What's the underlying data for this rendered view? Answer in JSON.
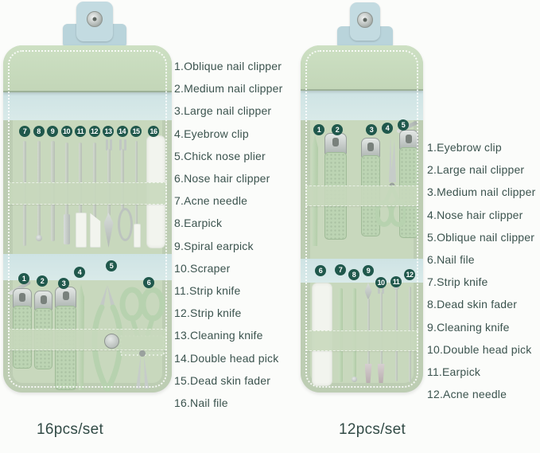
{
  "product": {
    "left_set": {
      "caption": "16pcs/set",
      "items": [
        "1.Oblique nail clipper",
        "2.Medium nail clipper",
        "3.Large nail clipper",
        "4.Eyebrow clip",
        "5.Chick nose plier",
        "6.Nose hair clipper",
        "7.Acne needle",
        "8.Earpick",
        "9.Spiral earpick",
        "10.Scraper",
        "11.Strip knife",
        "12.Strip knife",
        "13.Cleaning knife",
        "14.Double head pick",
        "15.Dead skin fader",
        "16.Nail file"
      ],
      "badge_numbers_top_row": [
        "7",
        "8",
        "9",
        "10",
        "11",
        "12",
        "13",
        "14",
        "15",
        "16"
      ],
      "badge_numbers_bottom_row": [
        "1",
        "2",
        "3",
        "4",
        "5",
        "6"
      ]
    },
    "right_set": {
      "caption": "12pcs/set",
      "items": [
        "1.Eyebrow clip",
        "2.Large nail clipper",
        "3.Medium nail clipper",
        "4.Nose hair clipper",
        "5.Oblique nail clipper",
        "6.Nail file",
        "7.Strip knife",
        "8.Dead skin fader",
        "9.Cleaning knife",
        "10.Double head pick",
        "11.Earpick",
        "12.Acne needle"
      ],
      "badge_numbers_top_row": [
        "1",
        "2",
        "3",
        "4",
        "5"
      ],
      "badge_numbers_bottom_row": [
        "6",
        "7",
        "8",
        "9",
        "10",
        "11",
        "12"
      ]
    }
  },
  "colors": {
    "pouch-green": "#c8d8bd",
    "panel-green": "#d3dfc9",
    "lining-blue": "#d3e5e6",
    "strap-blue": "#b9d4db",
    "badge-teal": "#20584c",
    "text-dark": "#3b534e",
    "metal-gray": "#c3c9c6",
    "tool-green": "#bcd4b3",
    "file-white": "#f2f4ee",
    "background": "#fbfcfa"
  }
}
